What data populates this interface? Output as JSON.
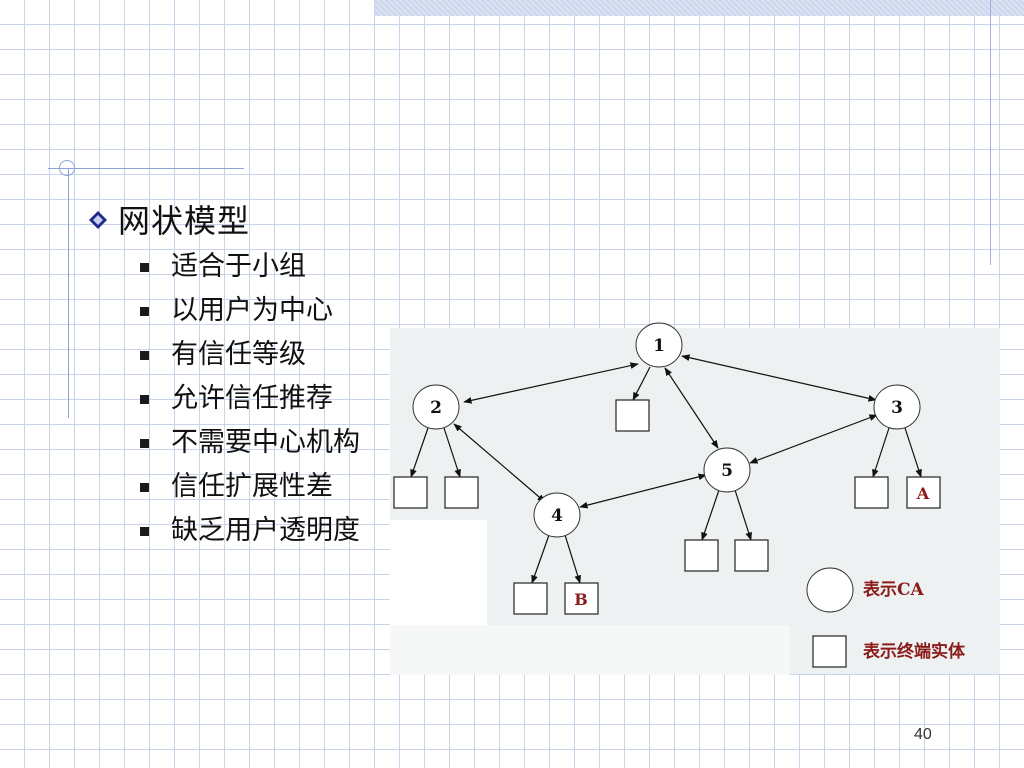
{
  "slide": {
    "heading": "网状模型",
    "bullets": [
      "适合于小组",
      "以用户为中心",
      "有信任等级",
      "允许信任推荐",
      "不需要中心机构",
      "信任扩展性差",
      "缺乏用户透明度"
    ],
    "page_number": "40"
  },
  "diagram": {
    "ca_nodes": [
      "1",
      "2",
      "3",
      "4",
      "5"
    ],
    "entity_labels": {
      "A": "A",
      "B": "B"
    },
    "legend": {
      "ca": "表示CA",
      "entity": "表示终端实体"
    }
  },
  "colors": {
    "grid": "#c9d3ea",
    "label_red": "#8b1a1a",
    "accent": "#8fa4d6"
  }
}
